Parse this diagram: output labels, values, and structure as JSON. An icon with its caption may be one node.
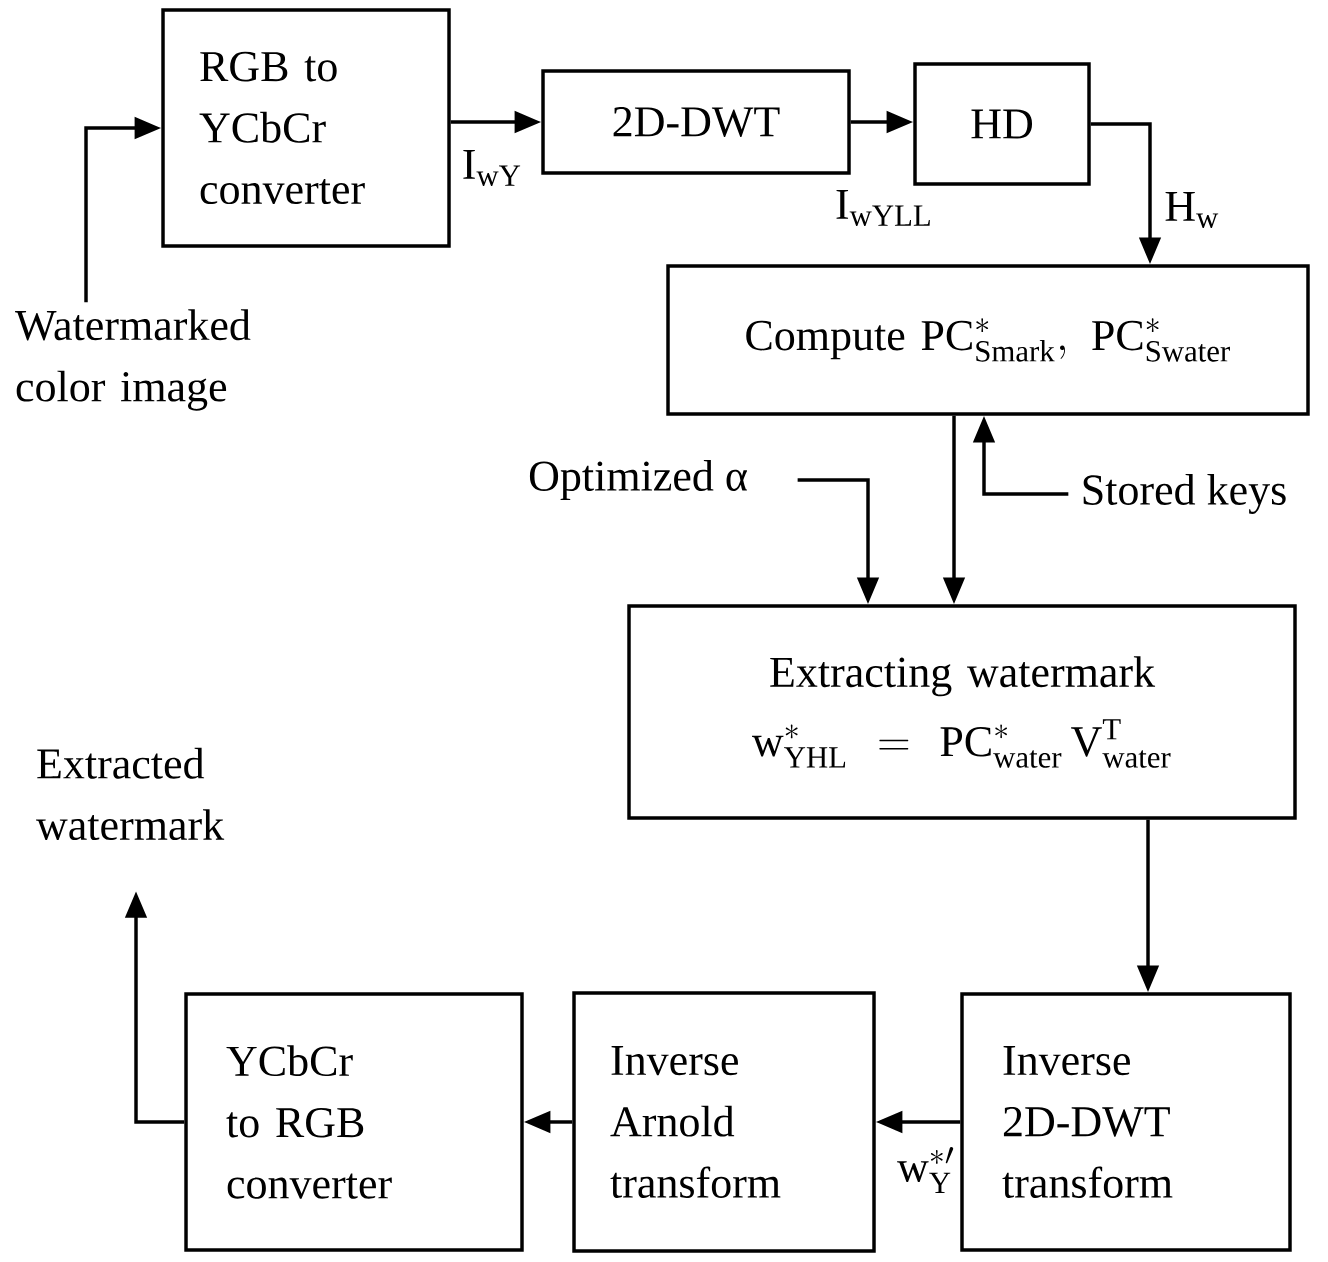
{
  "diagram": {
    "nodes": [
      {
        "text": [
          "Watermarked color image"
        ]
      },
      {
        "text": [
          "RGB to YCbCr converter"
        ]
      },
      {
        "text": [
          "2D-DWT"
        ]
      },
      {
        "text": [
          "HD"
        ]
      },
      {
        "text": [
          "Compute",
          "\\mathrm{PC}^{*}_{\\mathrm{Smark}},\\ \\mathrm{PC}^{*}_{\\mathrm{Swater}}"
        ]
      },
      {
        "text": [
          "Optimized α"
        ]
      },
      {
        "text": [
          "Stored keys"
        ]
      },
      {
        "text": [
          "Extracting watermark",
          "\\mathrm{w}^{*}_{\\mathrm{YHL}} = \\mathrm{PC}^{*}_{\\mathrm{water}}\\,\\mathrm{V}^{\\mathrm{T}}_{\\mathrm{water}}"
        ]
      },
      {
        "text": [
          "Inverse 2D-DWT transform"
        ]
      },
      {
        "text": [
          "Inverse Arnold transform"
        ]
      },
      {
        "text": [
          "YCbCr to RGB converter"
        ]
      },
      {
        "text": [
          "Extracted watermark"
        ]
      }
    ],
    "edges": [
      {
        "from": 0,
        "to": 1,
        "arrow": "to"
      },
      {
        "from": 1,
        "to": 2,
        "arrow": "to",
        "label": "\\mathrm{I}_{\\mathrm{wY}}"
      },
      {
        "from": 2,
        "to": 3,
        "arrow": "to",
        "label": "\\mathrm{I}_{\\mathrm{wYLL}}"
      },
      {
        "from": 3,
        "to": 4,
        "arrow": "to",
        "label": "\\mathrm{H}_{\\mathrm{w}}"
      },
      {
        "from": 6,
        "to": 4,
        "arrow": "to"
      },
      {
        "from": 4,
        "to": 7,
        "arrow": "to"
      },
      {
        "from": 5,
        "to": 7,
        "arrow": "to"
      },
      {
        "from": 7,
        "to": 8,
        "arrow": "to"
      },
      {
        "from": 8,
        "to": 9,
        "arrow": "to",
        "label": "\\mathrm{w}^{*\\prime}_{\\mathrm{Y}}"
      },
      {
        "from": 9,
        "to": 10,
        "arrow": "to"
      },
      {
        "from": 10,
        "to": 11,
        "arrow": "to"
      }
    ]
  }
}
